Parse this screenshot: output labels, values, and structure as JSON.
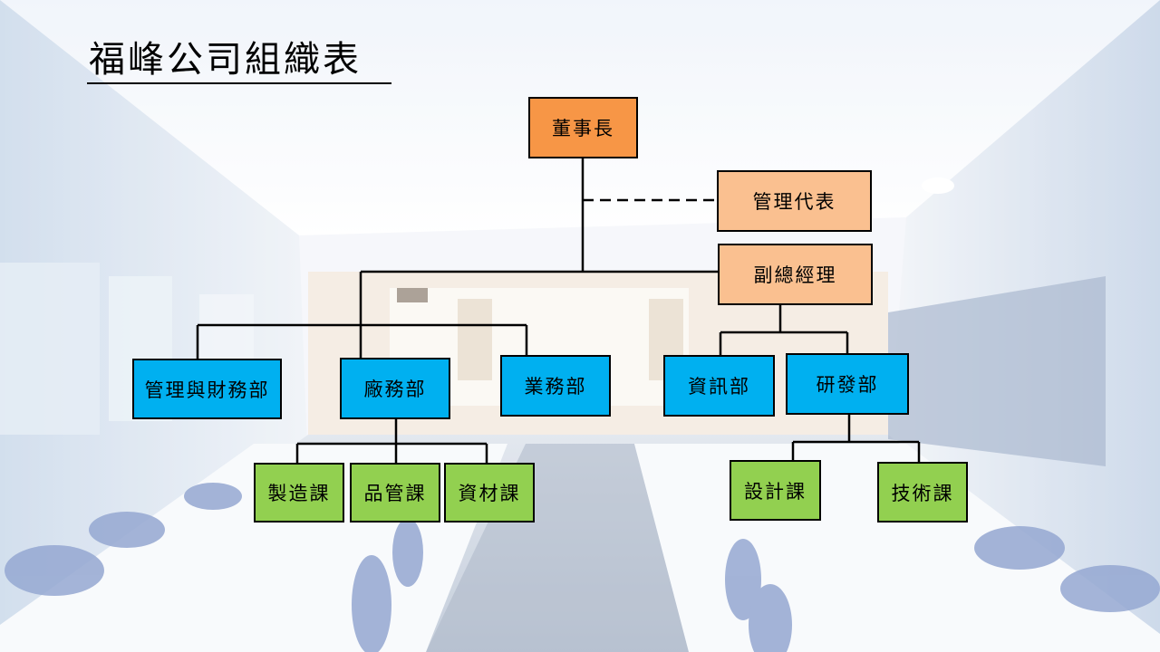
{
  "title": "福峰公司組織表",
  "colors": {
    "chairman": "#f79646",
    "management": "#fac090",
    "department": "#00b0f0",
    "section": "#92d050"
  },
  "nodes": {
    "chairman": "董事長",
    "management_rep": "管理代表",
    "vice_gm": "副總經理",
    "dept_admin_finance": "管理與財務部",
    "dept_factory": "廠務部",
    "dept_sales": "業務部",
    "dept_it": "資訊部",
    "dept_rnd": "研發部",
    "sec_manufacturing": "製造課",
    "sec_quality": "品管課",
    "sec_materials": "資材課",
    "sec_design": "設計課",
    "sec_technical": "技術課"
  }
}
